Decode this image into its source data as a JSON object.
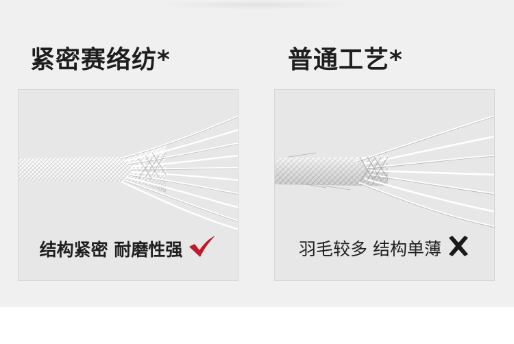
{
  "left": {
    "title": "紧密赛络纺*",
    "caption": "结构紧密 耐磨性强",
    "icon": "checkmark-icon",
    "icon_color": "#c0192c"
  },
  "right": {
    "title": "普通工艺*",
    "caption": "羽毛较多 结构单薄",
    "icon": "cross-icon",
    "icon_color": "#1a1a1a"
  }
}
